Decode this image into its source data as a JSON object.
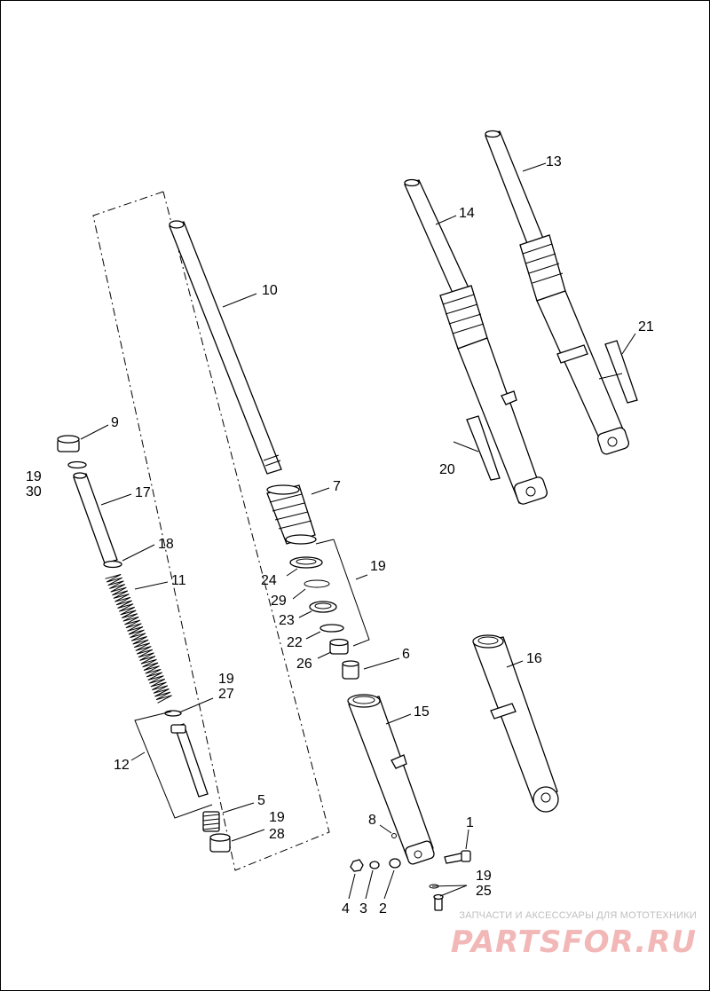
{
  "labels": {
    "l1": "1",
    "l2": "2",
    "l3": "3",
    "l4": "4",
    "l5": "5",
    "l6": "6",
    "l7": "7",
    "l8": "8",
    "l9": "9",
    "l10": "10",
    "l11": "11",
    "l12": "12",
    "l13": "13",
    "l14": "14",
    "l15": "15",
    "l16": "16",
    "l17": "17",
    "l18": "18",
    "l19a": "19",
    "l19b": "19",
    "l19c": "19",
    "l19d": "19",
    "l19e": "19",
    "l20": "20",
    "l21": "21",
    "l22": "22",
    "l23": "23",
    "l24": "24",
    "l25": "25",
    "l26": "26",
    "l27": "27",
    "l28": "28",
    "l29": "29",
    "l30": "30"
  },
  "watermark": {
    "tagline": "ЗАПЧАСТИ И АКСЕССУАРЫ ДЛЯ МОТОТЕХНИКИ",
    "logo": "PARTSFOR.RU",
    "logo_color": "#f2b7b7"
  }
}
